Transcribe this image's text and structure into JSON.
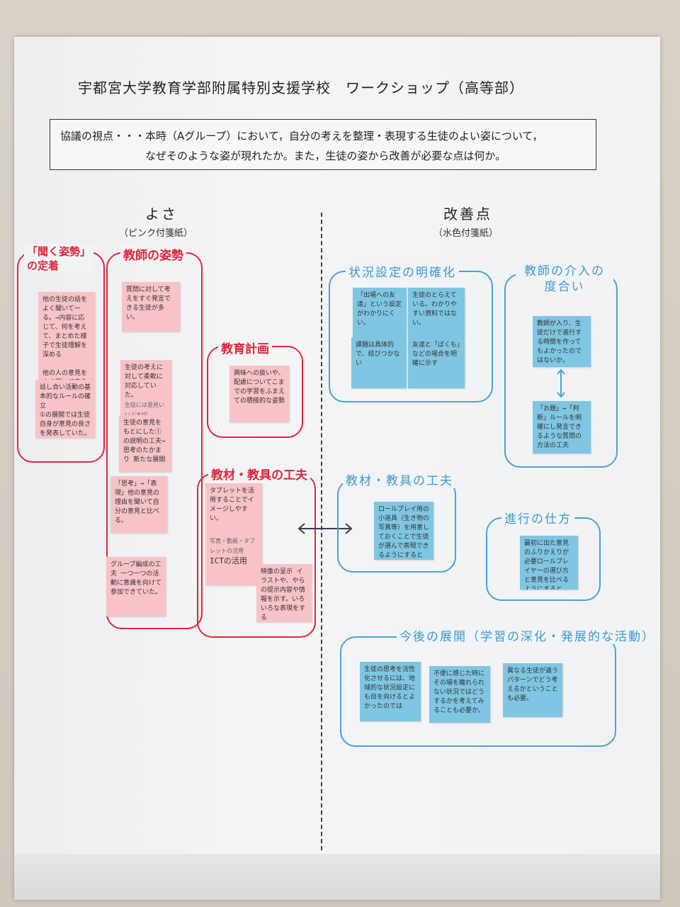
{
  "title": "宇都宮大学教育学部附属特別支援学校　ワークショップ（高等部）",
  "prompt": {
    "line1": "協議の視点・・・本時（Aグループ）において，自分の考えを整理・表現する生徒のよい姿について，",
    "line2": "なぜそのような姿が現れたか。また，生徒の姿から改善が必要な点は何か。"
  },
  "left": {
    "heading": "よさ",
    "subheading": "（ピンク付箋紙）"
  },
  "right": {
    "heading": "改善点",
    "subheading": "（水色付箋紙）"
  },
  "groups": {
    "listening": "「聞く姿勢」の定着",
    "teacher_attitude": "教師の姿勢",
    "plan": "教育計画",
    "materials_left": "教材・教具の工夫",
    "situation": "状況設定の明確化",
    "intervention": "教師の介入の度合い",
    "materials_right": "教材・教具の工夫",
    "progress": "進行の仕方",
    "future": "今後の展開（学習の深化・発展的な活動）"
  },
  "notes": {
    "p1": "他の生徒の話をよく聞いて一る。→内容に応じて、何を考えて、まとめた様子で生徒理解を深める",
    "p2": "他の人の意見をよく聞いて考えることができていた。",
    "p3": "話し合い活動の基本的なルールの確立",
    "p4": "①の展開では生徒自身が意見の良さを発表していた。",
    "p5": "質問に対して考えをすぐ発言できる生徒が多い。",
    "p6": "生徒の考えに対して柔軟に対応していた。",
    "p6b": "生徒には意見いいぶ大切",
    "p7": "生徒の意見をもとにした①の説明の工夫→思考のたかまり 新たな展開",
    "p8": "「思考」→「表現」他の意見の理由を聞いて自分の意見と比べる。",
    "p9": "グループ編成の工夫 一つ一つの活動に意識を向けて参加できていた。",
    "p10": "興味への扱いや、配慮についてこまでの学習をふまえての積極的な姿勢",
    "p11": "タブレットを活用することでイメージしやすい。",
    "p12": "ICTの活用",
    "p12b": "写真・動画・タブレットの活用",
    "p13": "映像の呈示 イラストや、やらの提示内容や情報を示す。いろいろな表現をする",
    "b1": "「出場への友達」という設定がわかりにくい。",
    "b2": "生徒のとらえている。わかりやすい資料ではない。",
    "b3": "課題は具体的で、結びつかない",
    "b4": "友達と「ぼくも」などの場合を明確に示す",
    "b5": "教師が入り、生徒だけで進行する時間を作ってもよかったのではないか。",
    "b6": "「お題」→「判断」ルールを明確にし発言できるような質問の方法の工夫",
    "b7": "ロールプレイ用の小道具（生き物の写真等）を用意しておくことで生徒が選んで表現できるようにするとよかったのでは",
    "b8": "最初に出た意見のふりかえりが必要ロールプレイヤーの選び方と意見を比べるようにすると",
    "b9": "生徒の思考を活性化させるには、地域的な状況設定にも目を向けるとよかったのでは",
    "b10": "不便に感じた時にその場を離れられない状況ではどうするかを考えてみることも必要か。",
    "b11": "異なる生徒が違うパターンでどう考えるかということも必要。"
  },
  "colors": {
    "red": "#e0263c",
    "blue": "#47a3d8",
    "pink": "#f7c3c7",
    "cyan": "#7fc6e2"
  }
}
